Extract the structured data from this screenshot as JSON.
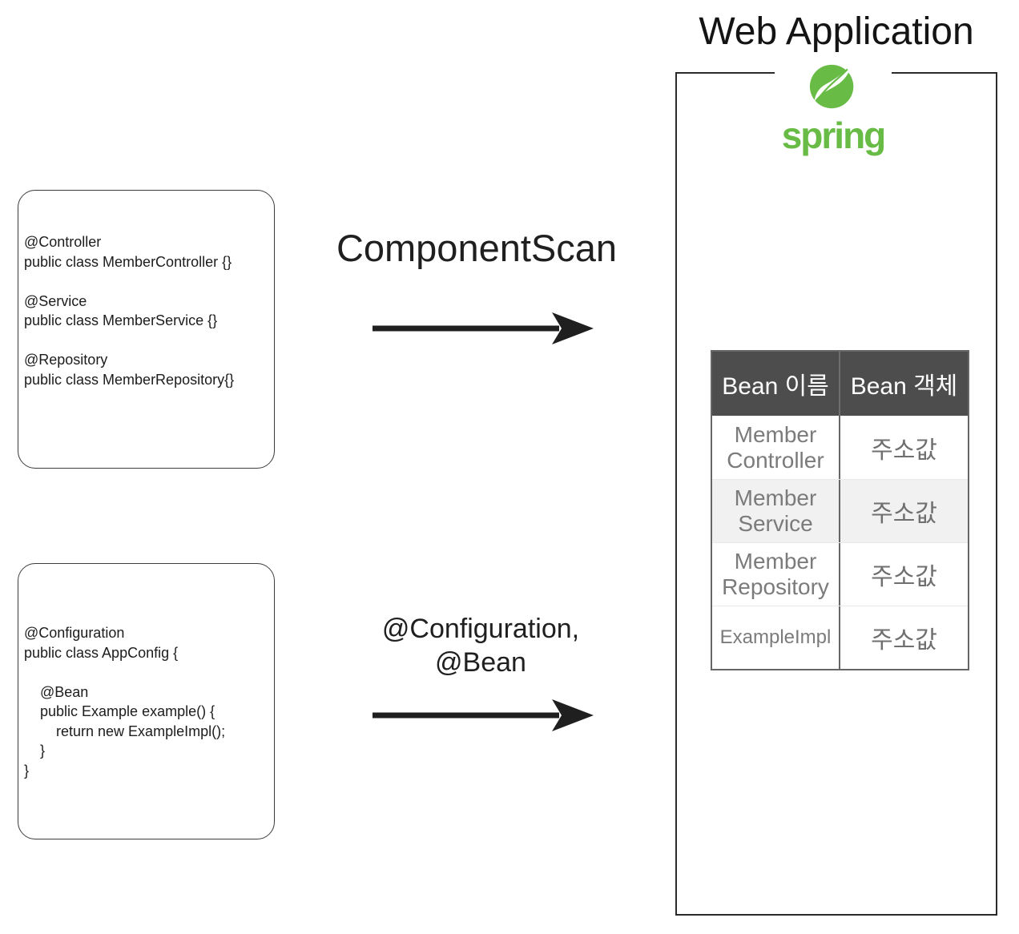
{
  "title": "Web Application",
  "logo": {
    "wordmark": "spring",
    "green": "#68BC45"
  },
  "code_box_top": {
    "lines": [
      "@Controller",
      "public class MemberController {}",
      "",
      "@Service",
      "public class MemberService {}",
      "",
      "@Repository",
      "public class MemberRepository{}"
    ]
  },
  "code_box_bottom": {
    "lines": [
      "@Configuration",
      "public class AppConfig {",
      "",
      "    @Bean",
      "    public Example example() {",
      "        return new ExampleImpl();",
      "    }",
      "}"
    ]
  },
  "flow_top": {
    "label": "ComponentScan"
  },
  "flow_bottom": {
    "label_line1": "@Configuration,",
    "label_line2": "@Bean"
  },
  "bean_table": {
    "columns": [
      "Bean 이름",
      "Bean 객체"
    ],
    "rows": [
      {
        "name": "Member Controller",
        "value": "주소값"
      },
      {
        "name": "Member Service",
        "value": "주소값"
      },
      {
        "name": "Member Repository",
        "value": "주소값"
      },
      {
        "name": "ExampleImpl",
        "value": "주소값"
      }
    ]
  },
  "colors": {
    "arrow": "#1f1f1f",
    "table_header_bg": "#4d4d4d",
    "table_header_text": "#ffffff",
    "table_cell_text": "#7b7b7b",
    "table_alt_row_bg": "#f1f1f1",
    "spring_green": "#68BC45"
  }
}
